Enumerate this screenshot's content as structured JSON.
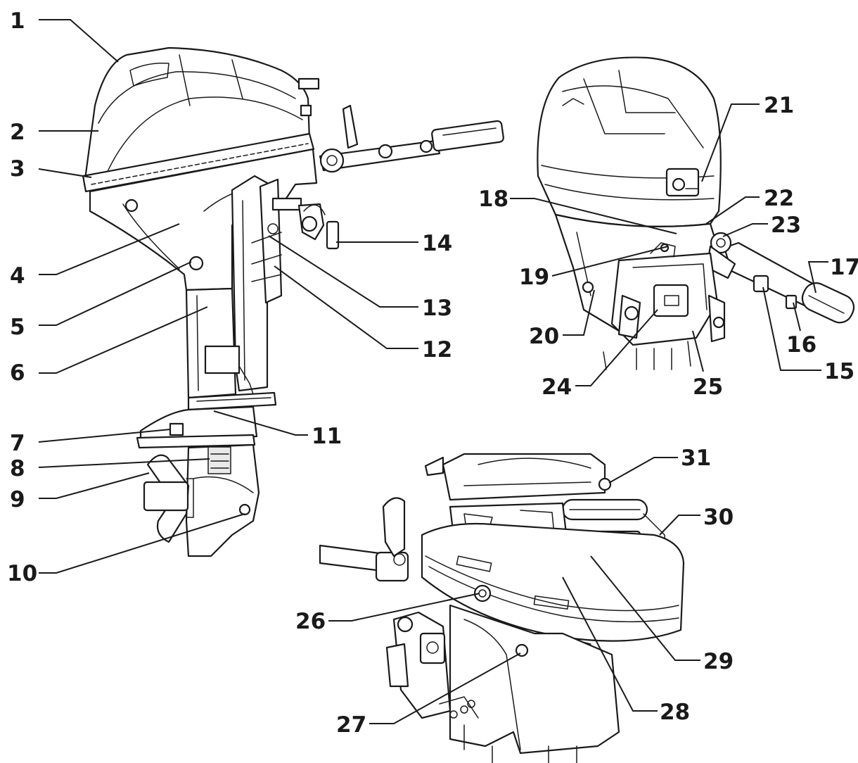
{
  "diagram": {
    "callouts": [
      {
        "id": "1"
      },
      {
        "id": "2"
      },
      {
        "id": "3"
      },
      {
        "id": "4"
      },
      {
        "id": "5"
      },
      {
        "id": "6"
      },
      {
        "id": "7"
      },
      {
        "id": "8"
      },
      {
        "id": "9"
      },
      {
        "id": "10"
      },
      {
        "id": "11"
      },
      {
        "id": "12"
      },
      {
        "id": "13"
      },
      {
        "id": "14"
      },
      {
        "id": "15"
      },
      {
        "id": "16"
      },
      {
        "id": "17"
      },
      {
        "id": "18"
      },
      {
        "id": "19"
      },
      {
        "id": "20"
      },
      {
        "id": "21"
      },
      {
        "id": "22"
      },
      {
        "id": "23"
      },
      {
        "id": "24"
      },
      {
        "id": "25"
      },
      {
        "id": "26"
      },
      {
        "id": "27"
      },
      {
        "id": "28"
      },
      {
        "id": "29"
      },
      {
        "id": "30"
      },
      {
        "id": "31"
      }
    ],
    "colors": {
      "ink": "#1a1a1a",
      "background": "#ffffff"
    }
  }
}
